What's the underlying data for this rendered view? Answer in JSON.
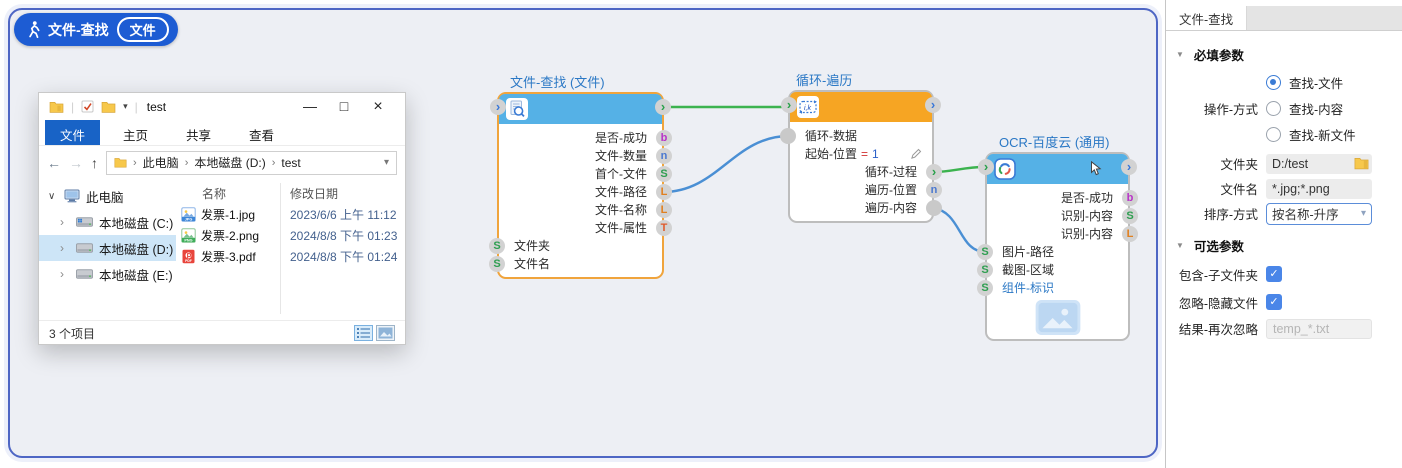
{
  "workflow_tab": {
    "title": "文件-查找",
    "badge": "文件"
  },
  "explorer": {
    "title": "test",
    "ribbon_tabs": [
      "文件",
      "主页",
      "共享",
      "查看"
    ],
    "breadcrumb": [
      "此电脑",
      "本地磁盘 (D:)",
      "test"
    ],
    "tree": [
      "此电脑",
      "本地磁盘 (C:)",
      "本地磁盘 (D:)",
      "本地磁盘 (E:)"
    ],
    "columns": {
      "name": "名称",
      "date": "修改日期"
    },
    "files": [
      {
        "name": "发票-1.jpg",
        "ext": "JPG",
        "date": "2023/6/6 上午 11:12"
      },
      {
        "name": "发票-2.png",
        "ext": "PNG",
        "date": "2024/8/8 下午 01:23"
      },
      {
        "name": "发票-3.pdf",
        "ext": "PDF",
        "date": "2024/8/8 下午 01:24"
      }
    ],
    "status": "3 个项目"
  },
  "flow": {
    "find_node": {
      "title": "文件-查找 (文件)",
      "outputs": [
        {
          "label": "是否-成功",
          "type": "b"
        },
        {
          "label": "文件-数量",
          "type": "n"
        },
        {
          "label": "首个-文件",
          "type": "S"
        },
        {
          "label": "文件-路径",
          "type": "L"
        },
        {
          "label": "文件-名称",
          "type": "L"
        },
        {
          "label": "文件-属性",
          "type": "T"
        }
      ],
      "inputs": [
        {
          "label": "文件夹",
          "type": "S"
        },
        {
          "label": "文件名",
          "type": "S"
        }
      ]
    },
    "loop_node": {
      "title": "循环-遍历",
      "data_input": "循环-数据",
      "start_label": "起始-位置",
      "start_operator": "=",
      "start_value": "1",
      "outputs": [
        {
          "label": "循环-过程"
        },
        {
          "label": "遍历-位置",
          "type": "n"
        },
        {
          "label": "遍历-内容"
        }
      ]
    },
    "ocr_node": {
      "title": "OCR-百度云 (通用)",
      "outputs": [
        {
          "label": "是否-成功",
          "type": "b"
        },
        {
          "label": "识别-内容",
          "type": "S"
        },
        {
          "label": "识别-内容",
          "type": "L"
        }
      ],
      "inputs": [
        {
          "label": "图片-路径",
          "type": "S"
        },
        {
          "label": "截图-区域",
          "type": "S"
        },
        {
          "label": "组件-标识",
          "type": "S"
        }
      ]
    }
  },
  "panel": {
    "tab": "文件-查找",
    "required_section": "必填参数",
    "optional_section": "可选参数",
    "operation": {
      "label": "操作-方式",
      "options": [
        "查找-文件",
        "查找-内容",
        "查找-新文件"
      ],
      "selected": "查找-文件"
    },
    "folder": {
      "label": "文件夹",
      "value": "D:/test"
    },
    "filename": {
      "label": "文件名",
      "value": "*.jpg;*.png"
    },
    "sort": {
      "label": "排序-方式",
      "value": "按名称-升序"
    },
    "include_subfolders": {
      "label": "包含-子文件夹",
      "checked": true
    },
    "ignore_hidden": {
      "label": "忽略-隐藏文件",
      "checked": true
    },
    "result_ignore": {
      "label": "结果-再次忽略",
      "placeholder": "temp_*.txt"
    }
  },
  "colors": {
    "node_header_blue": "#55b1e6",
    "node_header_orange": "#f6a523",
    "selected_node_border": "#f0a43c",
    "wire_green": "#3cb34f",
    "wire_blue": "#4a8fd4",
    "accent_blue": "#2b78c5",
    "tab_blue": "#1d5cd3"
  },
  "icons": {
    "minimize": "—",
    "maximize": "□",
    "close": "×",
    "back": "←",
    "forward": "→",
    "up": "↑",
    "dropdown_caret": "▾",
    "breadcrumb_sep": "›",
    "address_caret": "▾",
    "port_chevron": "›",
    "tree_expanded": "∨",
    "tree_collapsed": "›",
    "section_triangle": "▼",
    "check": "✓",
    "select_caret": "▾"
  }
}
